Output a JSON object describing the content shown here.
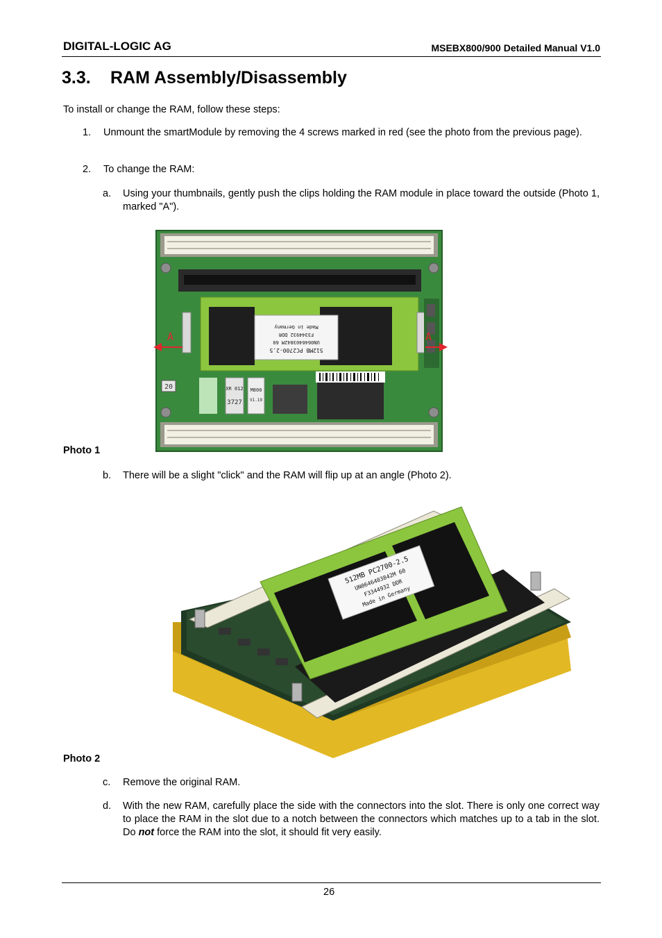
{
  "header": {
    "company": "DIGITAL-LOGIC AG",
    "manual": "MSEBX800/900 Detailed Manual V1.0"
  },
  "section": {
    "number": "3.3.",
    "title": "RAM Assembly/Disassembly"
  },
  "intro": "To install or change the RAM, follow these steps:",
  "steps": [
    {
      "marker": "1.",
      "text": "Unmount the smartModule by removing the 4 screws marked in red (see the photo from the previous page)."
    },
    {
      "marker": "2.",
      "text": "To change the RAM:"
    }
  ],
  "substeps": {
    "a": {
      "marker": "a.",
      "text": "Using your thumbnails, gently push the clips holding the RAM module in place toward the outside (Photo 1, marked \"A\")."
    },
    "b": {
      "marker": "b.",
      "text": "There will be a slight \"click\" and the RAM will flip up at an angle (Photo 2)."
    },
    "c": {
      "marker": "c.",
      "text": "Remove the original RAM."
    },
    "d": {
      "marker": "d.",
      "text_before": "With the new RAM, carefully place the side with the connectors into the slot. There is only one correct way to place the RAM in the slot due to a notch between the connectors which matches up to a tab in the slot. Do ",
      "emphasis": "not",
      "text_after": " force the RAM into the slot, it should fit very easily."
    }
  },
  "photo1": {
    "caption": "Photo 1",
    "marker_left": "A",
    "marker_right": "A",
    "label_lines": [
      "512MB PC2700-2.5",
      "UN0646403842M 60",
      "F3344932   DDR",
      "Made in Germany"
    ],
    "chip_label_1": "20",
    "chip_label_2": "XR 012",
    "chip_label_3": "3727",
    "chip_label_4": "M800",
    "chip_label_5": "V1.19"
  },
  "photo2": {
    "caption": "Photo 2",
    "label_lines": [
      "512MB PC2700-2.5",
      "UN0646403842M 60",
      "F3344932   DDR",
      "Made in Germany"
    ]
  },
  "footer": {
    "page_number": "26"
  },
  "colors": {
    "pcb_green": "#2f7d3a",
    "ram_green": "#8cc63f",
    "arrow_red": "#e1262d",
    "gold": "#e2b824"
  }
}
